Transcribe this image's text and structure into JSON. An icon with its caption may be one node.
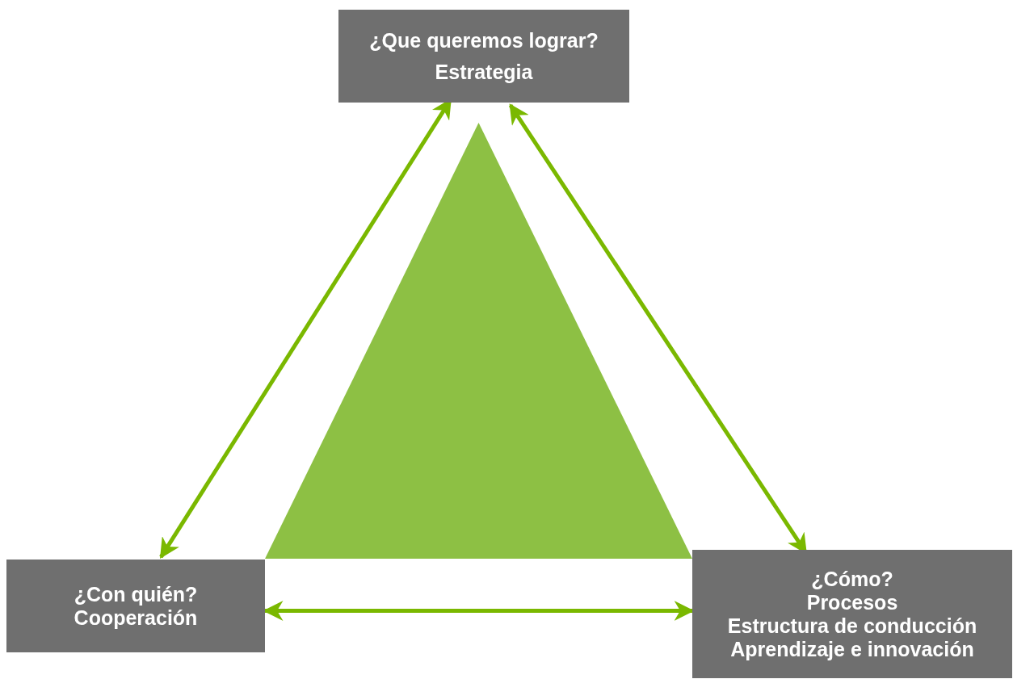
{
  "diagram": {
    "nodes": [
      {
        "text": [
          "¿Que queremos lograr?",
          "Estrategia"
        ]
      },
      {
        "text": [
          "¿Con quién?",
          "Cooperación"
        ]
      },
      {
        "text": [
          "¿Cómo?",
          "Procesos",
          "Estructura de conducción",
          "Aprendizaje e innovación"
        ]
      },
      {
        "text": [],
        "shape": "triangle"
      }
    ],
    "edges": [
      {
        "from": 0,
        "to": 1,
        "arrow": "both"
      },
      {
        "from": 0,
        "to": 2,
        "arrow": "both"
      },
      {
        "from": 1,
        "to": 2,
        "arrow": "both"
      }
    ]
  }
}
